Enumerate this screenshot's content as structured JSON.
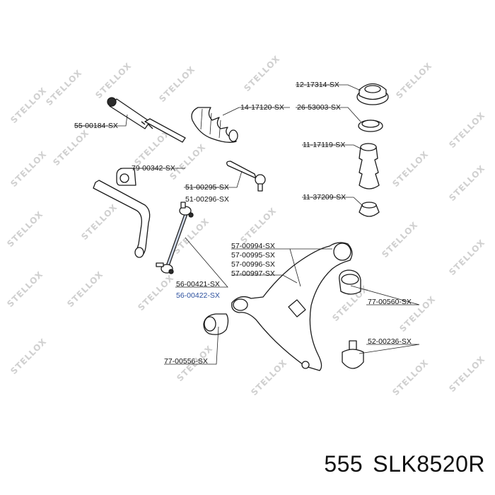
{
  "watermark": "STELLOX",
  "parts": [
    {
      "id": "tie-rod",
      "label": "55-00184-SX"
    },
    {
      "id": "steering-boot",
      "label": "14-17120-SX"
    },
    {
      "id": "strut-mount",
      "label": "12-17314-SX"
    },
    {
      "id": "strut-bearing",
      "label": "26-53003-SX"
    },
    {
      "id": "strut-boot",
      "label": "11-17119-SX"
    },
    {
      "id": "stabilizer-bushing",
      "label": "79-00342-SX"
    },
    {
      "id": "tie-rod-end-1",
      "label": "51-00295-SX"
    },
    {
      "id": "tie-rod-end-2",
      "label": "51-00296-SX"
    },
    {
      "id": "bump-stop",
      "label": "11-37209-SX"
    },
    {
      "id": "control-arm-1",
      "label": "57-00994-SX"
    },
    {
      "id": "control-arm-2",
      "label": "57-00995-SX"
    },
    {
      "id": "control-arm-3",
      "label": "57-00996-SX"
    },
    {
      "id": "control-arm-4",
      "label": "57-00997-SX"
    },
    {
      "id": "stabilizer-link-1",
      "label": "56-00421-SX"
    },
    {
      "id": "stabilizer-link-2",
      "label": "56-00422-SX"
    },
    {
      "id": "arm-bushing-rear",
      "label": "77-00560-SX"
    },
    {
      "id": "ball-joint",
      "label": "52-00236-SX"
    },
    {
      "id": "arm-bushing-front",
      "label": "77-00556-SX"
    }
  ],
  "footer": {
    "brand": "555",
    "part_number": "SLK8520R"
  }
}
